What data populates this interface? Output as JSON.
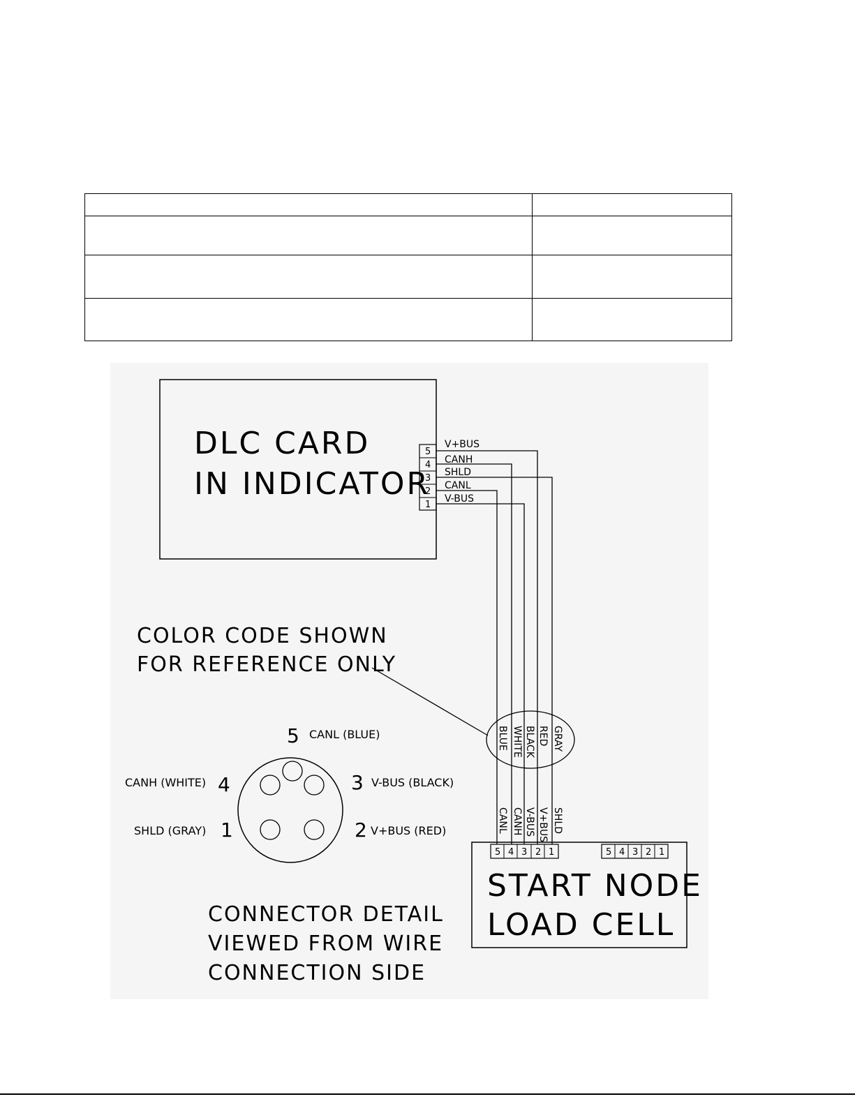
{
  "dlc_card": {
    "title_line1": "DLC CARD",
    "title_line2": "IN INDICATOR"
  },
  "dlc_terminals": [
    {
      "pin": "5",
      "signal": "V+BUS"
    },
    {
      "pin": "4",
      "signal": "CANH"
    },
    {
      "pin": "3",
      "signal": "SHLD"
    },
    {
      "pin": "2",
      "signal": "CANL"
    },
    {
      "pin": "1",
      "signal": "V-BUS"
    }
  ],
  "color_note": {
    "line1": "COLOR CODE SHOWN",
    "line2": "FOR REFERENCE ONLY"
  },
  "wire_colors": [
    "BLUE",
    "WHITE",
    "BLACK",
    "RED",
    "GRAY"
  ],
  "node_signals": [
    "CANL",
    "CANH",
    "V-BUS",
    "V+BUS",
    "SHLD"
  ],
  "node_terminals_left": [
    "5",
    "4",
    "3",
    "2",
    "1"
  ],
  "node_terminals_right": [
    "5",
    "4",
    "3",
    "2",
    "1"
  ],
  "node_box": {
    "title_line1": "START NODE",
    "title_line2": "LOAD CELL"
  },
  "connector": {
    "pins": [
      {
        "num": "5",
        "label": "CANL (BLUE)"
      },
      {
        "num": "4",
        "label": "CANH (WHITE)"
      },
      {
        "num": "3",
        "label": "V-BUS (BLACK)"
      },
      {
        "num": "1",
        "label": "SHLD (GRAY)"
      },
      {
        "num": "2",
        "label": "V+BUS (RED)"
      }
    ],
    "caption_line1": "CONNECTOR DETAIL",
    "caption_line2": "VIEWED FROM WIRE",
    "caption_line3": "CONNECTION SIDE"
  }
}
